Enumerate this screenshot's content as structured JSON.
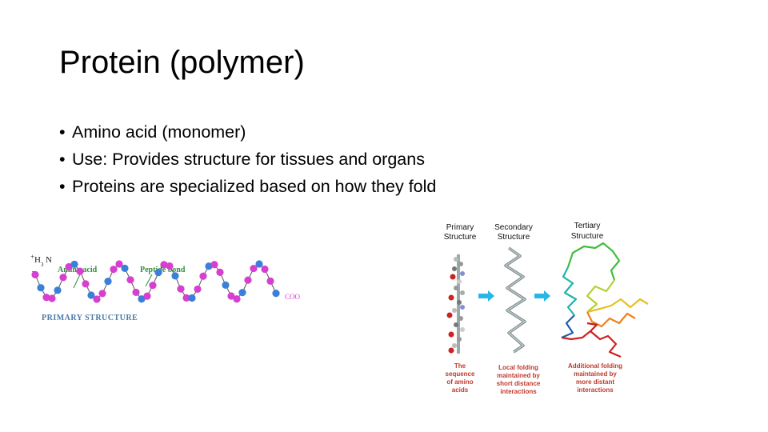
{
  "slide": {
    "title": "Protein (polymer)",
    "bullets": [
      "Amino acid (monomer)",
      "Use:  Provides structure for tissues and organs",
      "Proteins are specialized based on how they fold"
    ]
  },
  "left_figure": {
    "n_terminus_plus": "+",
    "n_terminus_h": "H",
    "n_terminus_sub": "3",
    "n_terminus_n": "N",
    "n_terminus_minus": "–",
    "amino_acid_label": "Amino acid",
    "peptide_bond_label": "Peptide bond",
    "c_terminus_label": "COO",
    "caption": "PRIMARY STRUCTURE",
    "colors": {
      "amino_acid": "#d63fcf",
      "peptide_bond": "#3a7fd9",
      "label_green": "#2f8f3a",
      "caption": "#4a7aa8"
    }
  },
  "right_figure": {
    "headers": {
      "primary": [
        "Primary",
        "Structure"
      ],
      "secondary": [
        "Secondary",
        "Structure"
      ],
      "tertiary": [
        "Tertiary",
        "Structure"
      ]
    },
    "captions": {
      "primary": [
        "The",
        "sequence",
        "of amino",
        "acids"
      ],
      "secondary": [
        "Local folding",
        "maintained by",
        "short distance",
        "interactions"
      ],
      "tertiary": [
        "Additional folding",
        "maintained by",
        "more distant",
        "interactions"
      ]
    },
    "colors": {
      "caption": "#c0392b",
      "arrow": "#29b6e6"
    }
  }
}
